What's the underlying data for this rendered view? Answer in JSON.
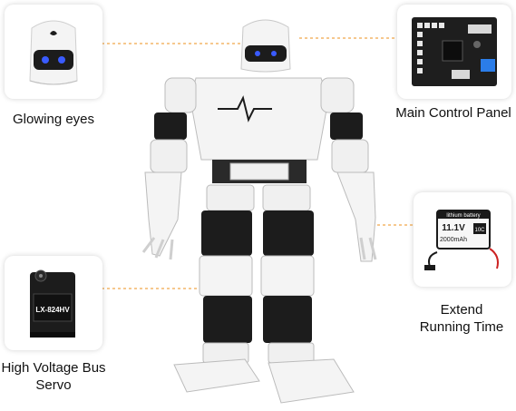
{
  "features": [
    {
      "id": "eyes",
      "caption_lines": [
        "Glowing eyes"
      ]
    },
    {
      "id": "control",
      "caption_lines": [
        "Main Control Panel"
      ]
    },
    {
      "id": "battery",
      "caption_lines": [
        "Extend",
        "Running Time"
      ],
      "battery_label_top": "lithium battery",
      "battery_voltage": "11.1V",
      "battery_capacity": "2000mAh",
      "battery_rating": "10C"
    },
    {
      "id": "servo",
      "caption_lines": [
        "High Voltage Bus",
        "Servo"
      ],
      "servo_model": "LX-824HV"
    }
  ],
  "colors": {
    "accent": "#f0a64a",
    "robot_white": "#f2f2f2",
    "robot_dark": "#1c1c1c",
    "eye_blue": "#3a5bff"
  }
}
